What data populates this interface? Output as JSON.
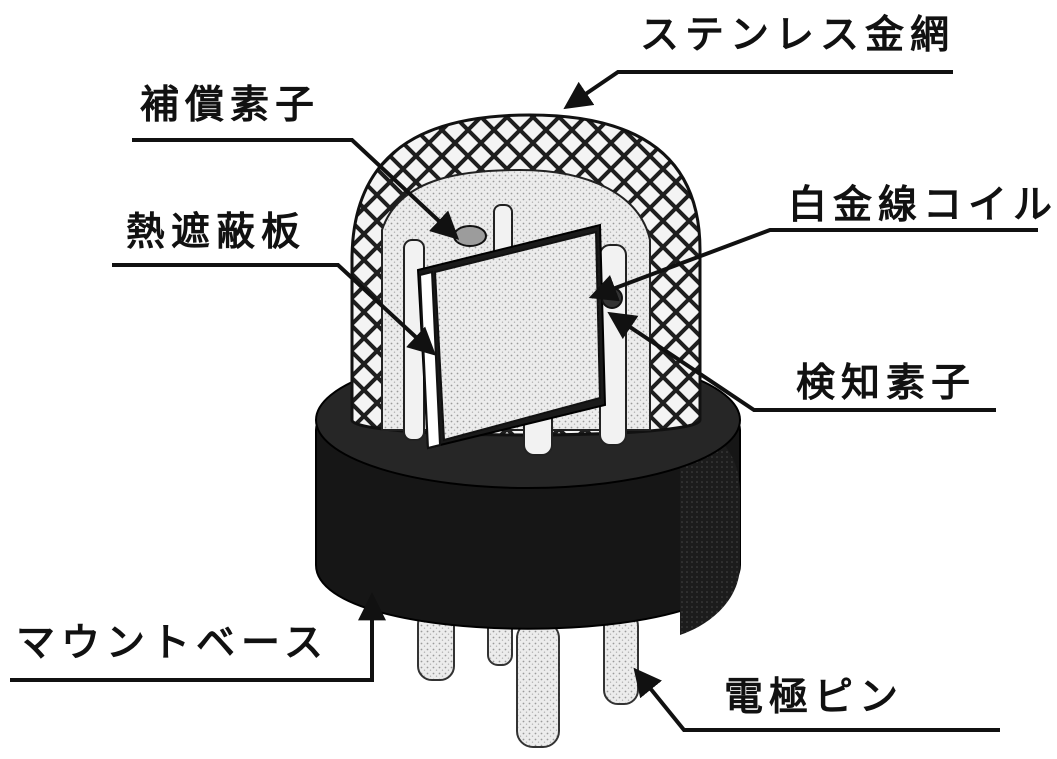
{
  "labels": {
    "stainless_mesh": "ステンレス金網",
    "compensating_element": "補償素子",
    "heat_shield": "熱遮蔽板",
    "platinum_coil": "白金線コイル",
    "detecting_element": "検知素子",
    "mount_base": "マウントベース",
    "electrode_pin": "電極ピン"
  },
  "colors": {
    "ink": "#111111",
    "base": "#1b1b1b",
    "mesh_line": "#2a2a2a",
    "element_fill": "#e9e9e9",
    "pin_fill": "#dcdcdc"
  }
}
